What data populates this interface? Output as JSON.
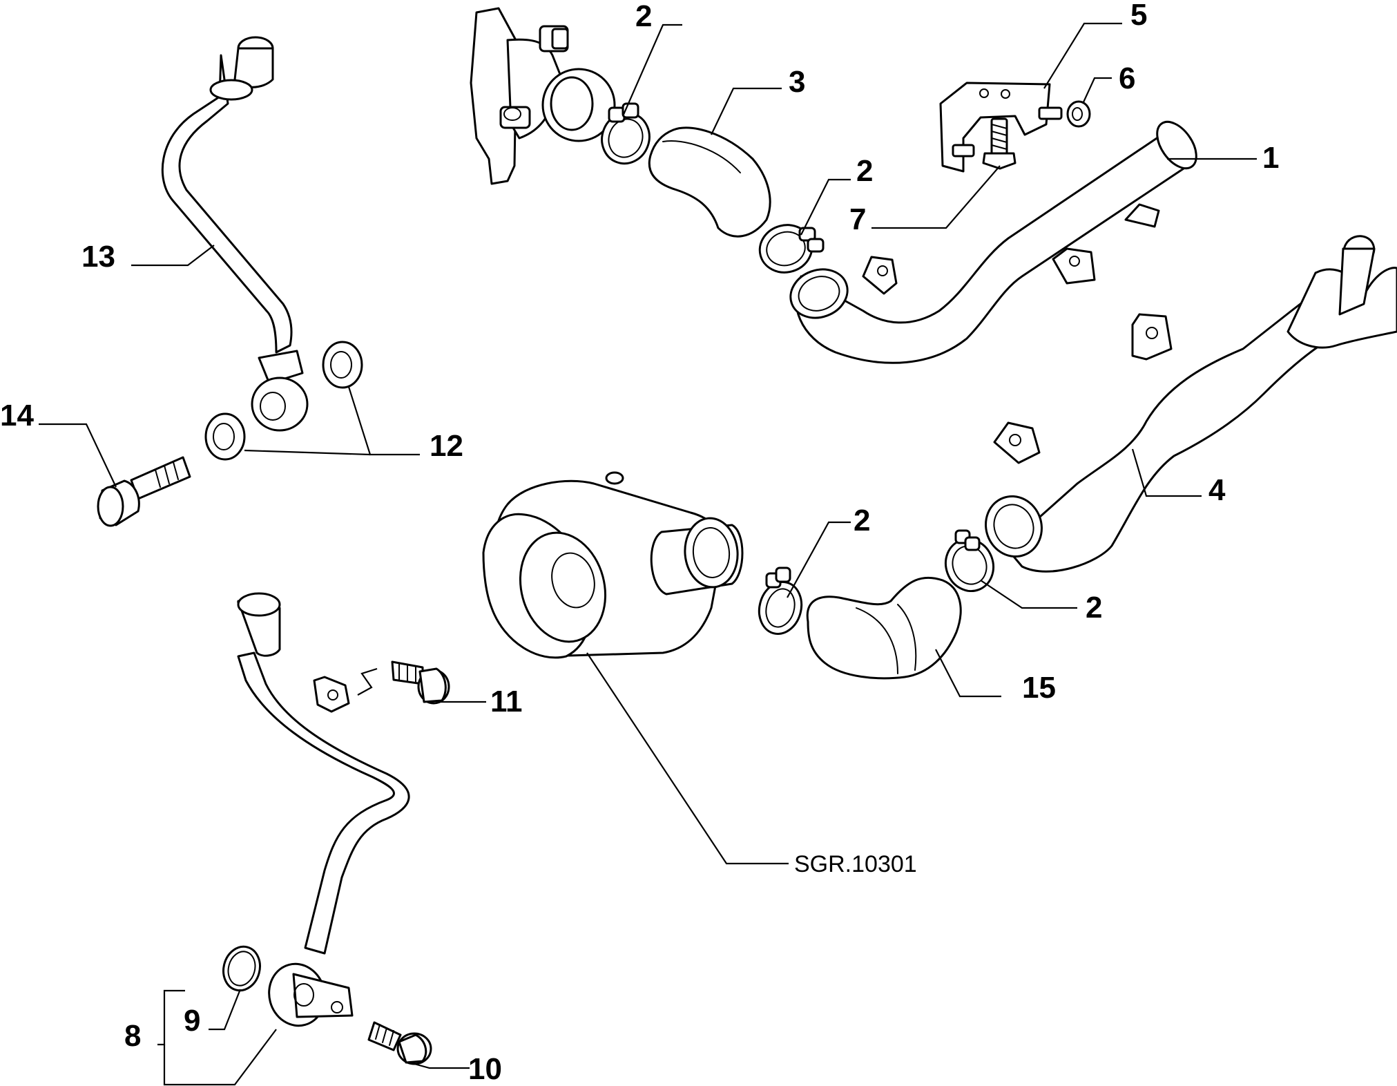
{
  "diagram": {
    "ref_code": "SGR.10301",
    "part_numbers": {
      "p1": "1",
      "p2a": "2",
      "p2b": "2",
      "p2c": "2",
      "p2d": "2",
      "p3": "3",
      "p4": "4",
      "p5": "5",
      "p6": "6",
      "p7": "7",
      "p8": "8",
      "p9": "9",
      "p10": "10",
      "p11": "11",
      "p12": "12",
      "p13": "13",
      "p14": "14",
      "p15": "15"
    },
    "colors": {
      "line": "#000000",
      "background": "#ffffff"
    }
  }
}
